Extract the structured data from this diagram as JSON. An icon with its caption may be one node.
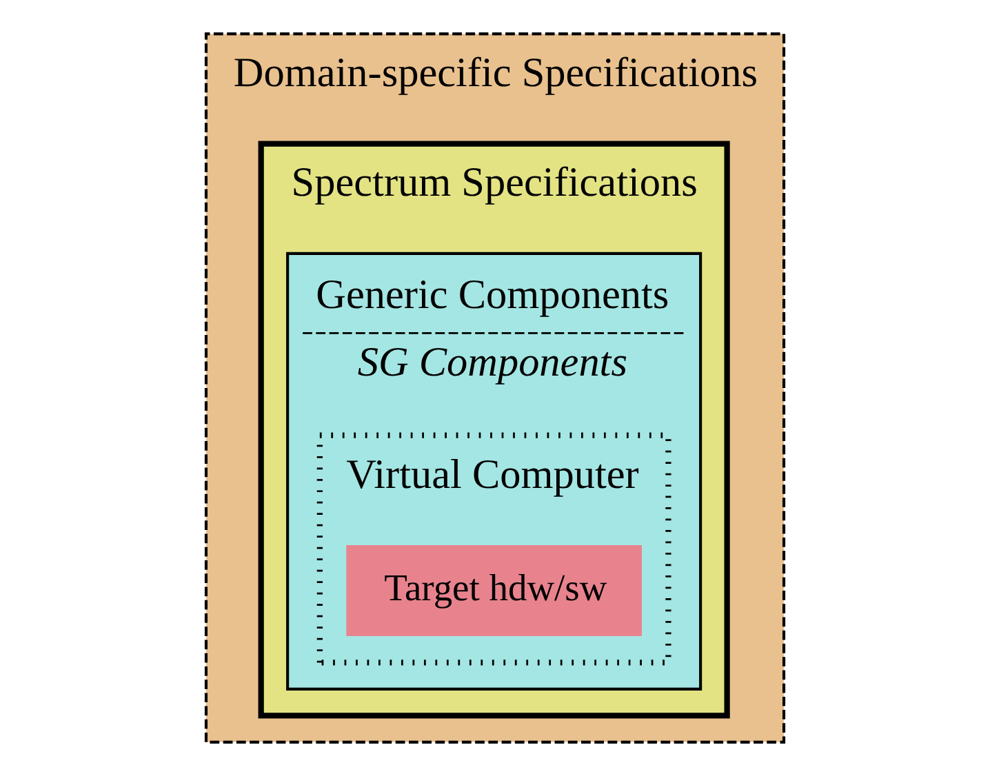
{
  "diagram": {
    "nodes": [
      {
        "text": [
          "Domain-specific Specifications"
        ]
      },
      {
        "text": [
          "Spectrum Specifications"
        ],
        "in": 0
      },
      {
        "text": [
          "Generic Components",
          "SG Components"
        ],
        "in": 1
      },
      {
        "text": [
          "Virtual Computer"
        ],
        "in": 2
      },
      {
        "text": [
          "Target hdw/sw"
        ],
        "in": 3
      }
    ]
  }
}
